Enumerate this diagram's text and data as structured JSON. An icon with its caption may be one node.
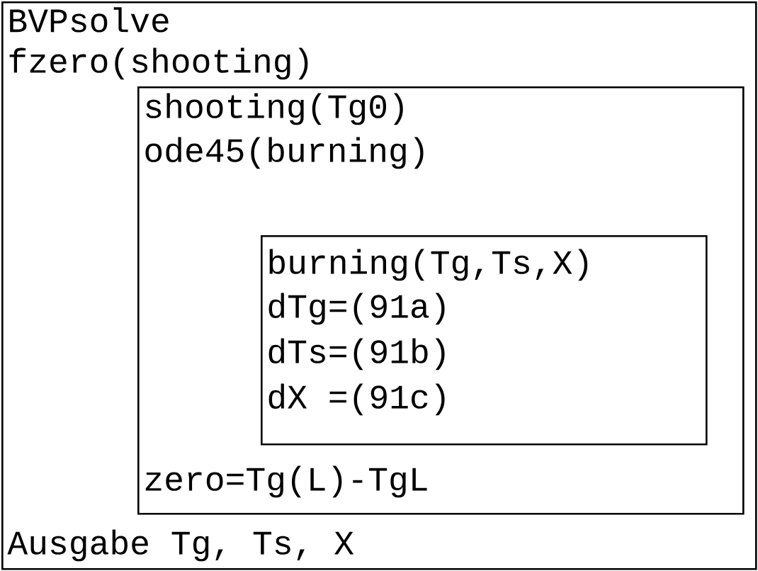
{
  "diagram": {
    "nodes": [
      {
        "text": [
          "BVPsolve",
          "fzero(shooting)",
          "Ausgabe Tg, Ts, X"
        ]
      },
      {
        "text": [
          "shooting(Tg0)",
          "ode45(burning)",
          "zero=Tg(L)-TgL"
        ],
        "in": 0
      },
      {
        "text": [
          "burning(Tg,Ts,X)",
          "dTg=(91a)",
          "dTs=(91b)",
          "dX =(91c)"
        ],
        "in": 1
      }
    ]
  }
}
